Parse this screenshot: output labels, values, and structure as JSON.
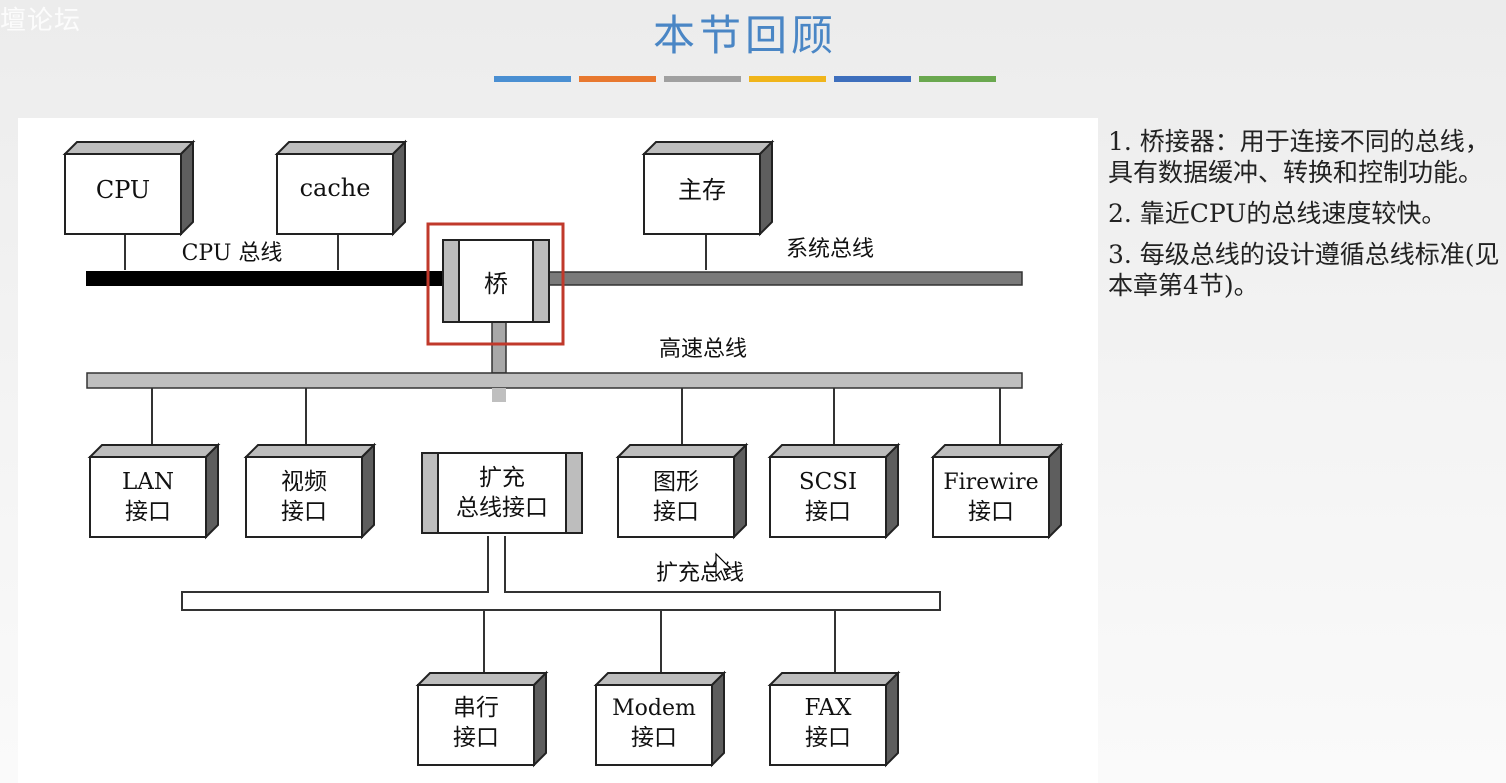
{
  "watermark": "壇论坛",
  "title": "本节回顾",
  "colors": {
    "title": "#4a86c5",
    "stripes": [
      "#4a8fd2",
      "#e8782f",
      "#a0a0a0",
      "#f0b51b",
      "#3e6fbd",
      "#6aa84f"
    ],
    "bridge_highlight": "#c0392b",
    "cpu_bus": "#000000",
    "system_bus": "#7a7a7a"
  },
  "diagram": {
    "cpu": "CPU",
    "cache": "cache",
    "main_memory": "主存",
    "cpu_bus": "CPU 总线",
    "system_bus": "系统总线",
    "bridge": "桥",
    "high_speed_bus": "高速总线",
    "lan": [
      "LAN",
      "接口"
    ],
    "video": [
      "视频",
      "接口"
    ],
    "expansion_interface": [
      "扩充",
      "总线接口"
    ],
    "graphics": [
      "图形",
      "接口"
    ],
    "scsi": [
      "SCSI",
      "接口"
    ],
    "firewire": [
      "Firewire",
      "接口"
    ],
    "expansion_bus": "扩充总线",
    "serial": [
      "串行",
      "接口"
    ],
    "modem": [
      "Modem",
      "接口"
    ],
    "fax": [
      "FAX",
      "接口"
    ]
  },
  "notes": [
    "1. 桥接器：用于连接不同的总线，具有数据缓冲、转换和控制功能。",
    "2. 靠近CPU的总线速度较快。",
    "3. 每级总线的设计遵循总线标准(见本章第4节)。"
  ]
}
